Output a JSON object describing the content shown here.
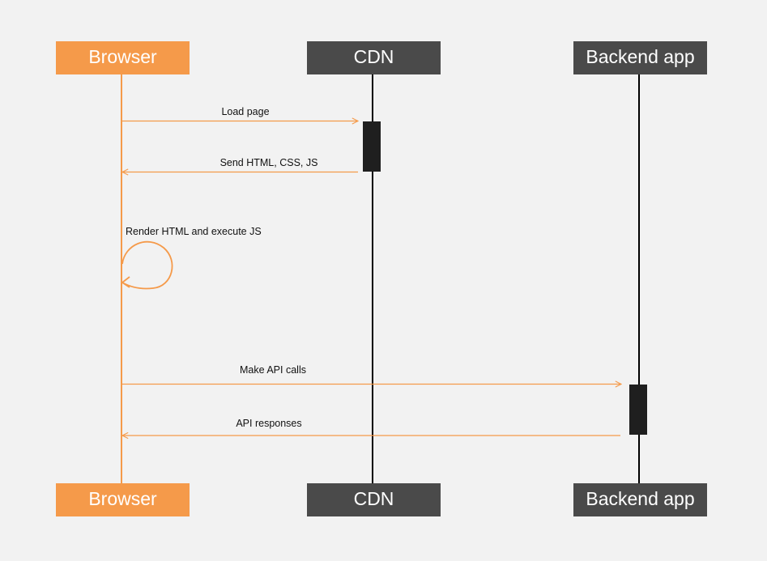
{
  "colors": {
    "background": "#f2f2f2",
    "browser": "#f59a4a",
    "server_box": "#4a4a4a",
    "lifeline_dark": "#000000",
    "activation": "#1f1f1f",
    "text_light": "#ffffff",
    "text_dark": "#111111"
  },
  "participants": [
    {
      "id": "browser",
      "label": "Browser"
    },
    {
      "id": "cdn",
      "label": "CDN"
    },
    {
      "id": "backend",
      "label": "Backend app"
    }
  ],
  "messages": [
    {
      "label": "Load page",
      "from": "browser",
      "to": "cdn"
    },
    {
      "label": "Send HTML, CSS, JS",
      "from": "cdn",
      "to": "browser"
    },
    {
      "label": "Render HTML and execute JS",
      "from": "browser",
      "to": "browser"
    },
    {
      "label": "Make API calls",
      "from": "browser",
      "to": "backend"
    },
    {
      "label": "API responses",
      "from": "backend",
      "to": "browser"
    }
  ]
}
